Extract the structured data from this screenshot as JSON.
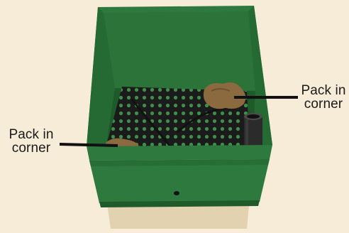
{
  "figure": {
    "colors": {
      "background": "#f6ecd8",
      "container_green": "#2e7a3e",
      "container_dark": "#1f5a2b",
      "container_shadow": "#174a22",
      "mat_black": "#1b1b1b",
      "mat_holes": "#3f8f4a",
      "soil_brown": "#8a6a3e",
      "pipe": "#2b2b2b",
      "leader_line": "#111111"
    },
    "icons": [
      "planter-box",
      "aeration-mat",
      "fill-tube",
      "soil-clump"
    ]
  },
  "callouts": {
    "right": {
      "line1": "Pack in",
      "line2": "corner"
    },
    "left": {
      "line1": "Pack in",
      "line2": "corner"
    }
  }
}
